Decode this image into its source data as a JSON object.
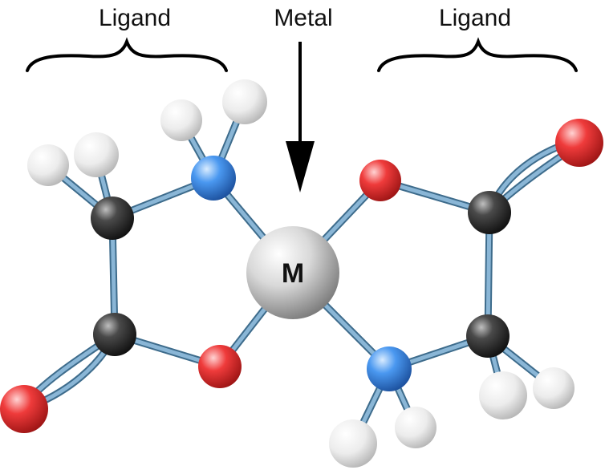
{
  "labels": {
    "left_ligand": "Ligand",
    "metal": "Metal",
    "right_ligand": "Ligand",
    "metal_symbol": "M"
  },
  "atoms": {
    "metal": "metal-center",
    "carbon": "carbon-atom",
    "nitrogen": "nitrogen-atom",
    "oxygen": "oxygen-atom",
    "hydrogen": "hydrogen-atom"
  },
  "colors": {
    "bond": "#7aa6c8",
    "bond_edge": "#3e6c8c",
    "carbon": "#2a2a2a",
    "nitrogen": "#2f7de0",
    "oxygen": "#e02a2a",
    "hydrogen": "#e6e6e6",
    "metal": "#bdbdbd",
    "text": "#111111"
  }
}
